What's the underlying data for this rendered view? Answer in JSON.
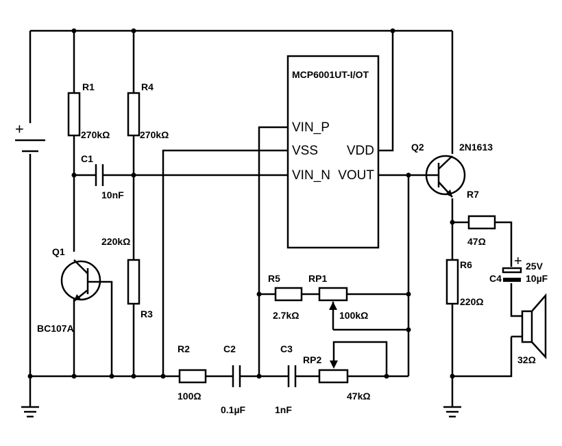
{
  "ic": {
    "name": "MCP6001UT-I/OT",
    "pin_vin_p": "VIN_P",
    "pin_vss": "VSS",
    "pin_vin_n": "VIN_N",
    "pin_vdd": "VDD",
    "pin_vout": "VOUT"
  },
  "battery": {
    "plus": "+"
  },
  "components": {
    "r1": {
      "ref": "R1",
      "value": "270kΩ"
    },
    "r4": {
      "ref": "R4",
      "value": "270kΩ"
    },
    "c1": {
      "ref": "C1",
      "value": "10nF"
    },
    "r3": {
      "ref": "R3",
      "value": "220kΩ"
    },
    "q1": {
      "ref": "Q1",
      "value": "BC107A"
    },
    "r2": {
      "ref": "R2",
      "value": "100Ω"
    },
    "c2": {
      "ref": "C2",
      "value": "0.1µF"
    },
    "c3": {
      "ref": "C3",
      "value": "1nF"
    },
    "rp2": {
      "ref": "RP2",
      "value": "47kΩ"
    },
    "r5": {
      "ref": "R5",
      "value": "2.7kΩ"
    },
    "rp1": {
      "ref": "RP1",
      "value": "100kΩ"
    },
    "q2": {
      "ref": "Q2",
      "value": "2N1613"
    },
    "r7": {
      "ref": "R7",
      "value": "47Ω"
    },
    "r6": {
      "ref": "R6",
      "value": "220Ω"
    },
    "c4": {
      "ref": "C4",
      "voltage": "25V",
      "value": "10µF",
      "plus": "+"
    },
    "speaker": {
      "value": "32Ω"
    }
  }
}
